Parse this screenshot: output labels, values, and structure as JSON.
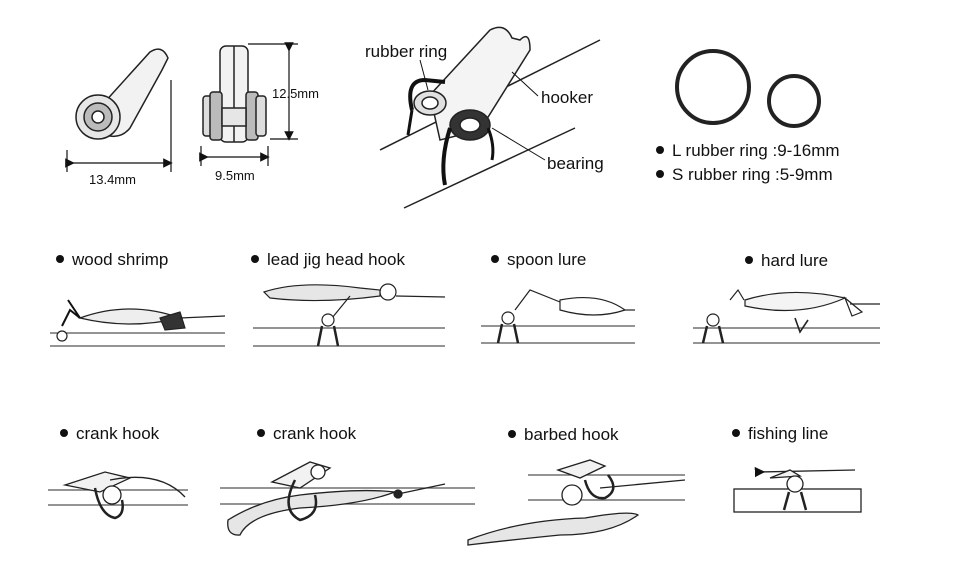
{
  "dimensions": {
    "width_label": "13.4mm",
    "depth_label": "9.5mm",
    "height_label": "12.5mm"
  },
  "parts": {
    "rubber_ring": "rubber ring",
    "hooker": "hooker",
    "bearing": "bearing"
  },
  "rings": {
    "large": "L rubber ring :9-16mm",
    "small": "S rubber ring :5-9mm"
  },
  "uses": [
    "wood shrimp",
    "lead jig head hook",
    "spoon lure",
    "hard lure",
    "crank hook",
    "crank hook",
    "barbed hook",
    "fishing line"
  ]
}
